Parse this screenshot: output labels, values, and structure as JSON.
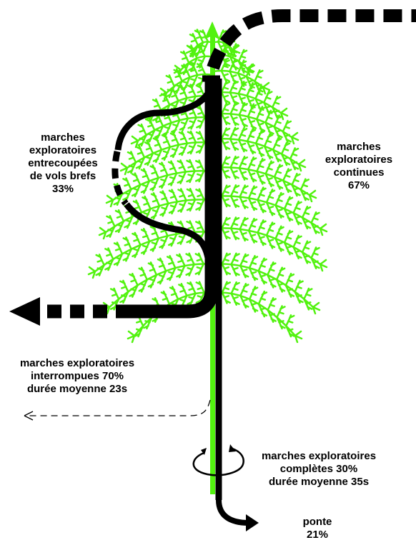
{
  "colors": {
    "plant": "#52f20f",
    "stroke": "#000000",
    "background": "#ffffff"
  },
  "labels": {
    "intermittent": {
      "lines": [
        "marches",
        "exploratoires",
        "entrecoupées",
        "de vols brefs",
        "33%"
      ]
    },
    "continuous": {
      "lines": [
        "marches",
        "exploratoires",
        "continues",
        "67%"
      ]
    },
    "interrupted": {
      "lines": [
        "marches exploratoires",
        "interrompues 70%",
        "durée moyenne 23s"
      ]
    },
    "complete": {
      "lines": [
        "marches exploratoires",
        "complètes 30%",
        "durée moyenne 35s"
      ]
    },
    "laying": {
      "lines": [
        "ponte",
        "21%"
      ]
    }
  },
  "icons": {
    "plant": "carrot-leaf-icon",
    "spiral": "rotation-arrow-icon",
    "exit_left": "arrow-left-icon",
    "laying_arrow": "arrow-right-icon"
  }
}
